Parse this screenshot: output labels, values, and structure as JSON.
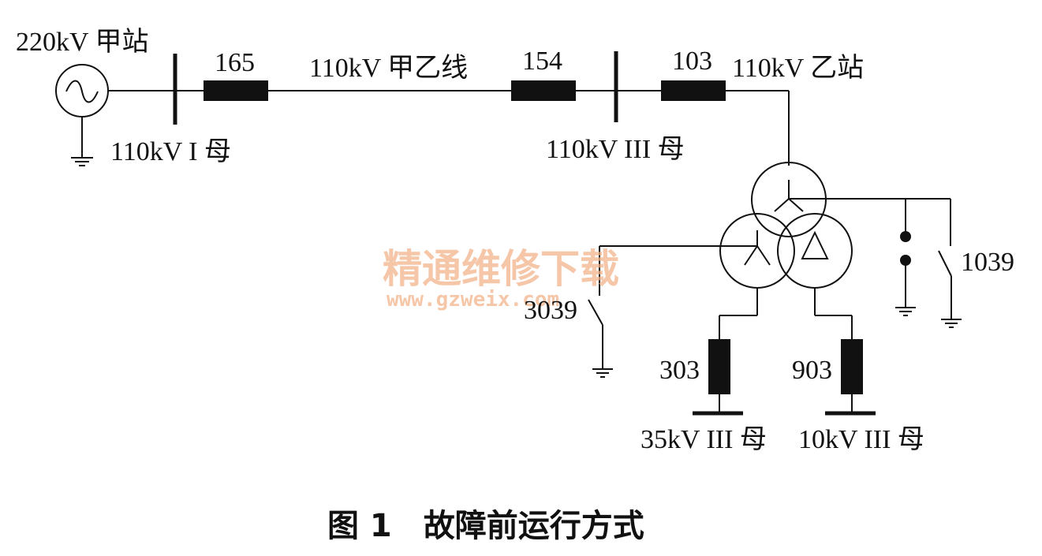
{
  "diagram": {
    "labels": {
      "station_a": "220kV 甲站",
      "bus_1": "110kV I 母",
      "breaker_165": "165",
      "line": "110kV 甲乙线",
      "breaker_154": "154",
      "bus_3": "110kV III 母",
      "breaker_103": "103",
      "station_b": "110kV 乙站",
      "switch_1039": "1039",
      "switch_3039": "3039",
      "breaker_303": "303",
      "breaker_903": "903",
      "bus_35kv": "35kV III 母",
      "bus_10kv": "10kV III 母"
    },
    "caption": "图 1　故障前运行方式",
    "watermark": {
      "title": "精通维修下载",
      "url": "www.gzweix.com"
    },
    "colors": {
      "line": "#111111",
      "watermark": "#f2b48a"
    }
  }
}
